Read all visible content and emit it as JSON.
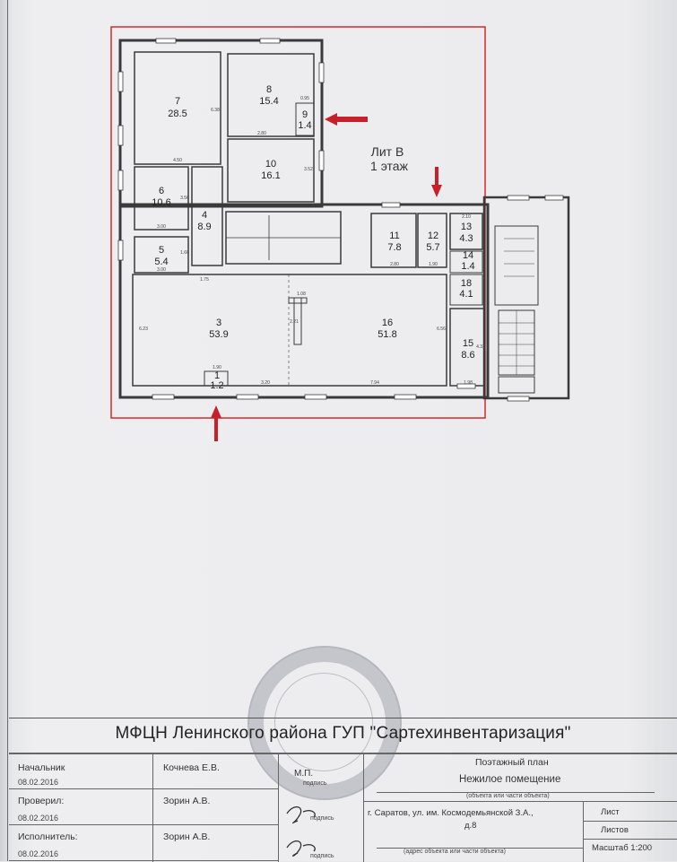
{
  "plan": {
    "lit_label_line1": "Лит В",
    "lit_label_line2": "1 этаж",
    "rooms": [
      {
        "num": "7",
        "area": "28.5"
      },
      {
        "num": "8",
        "area": "15.4"
      },
      {
        "num": "9",
        "area": "1.4"
      },
      {
        "num": "10",
        "area": "16.1"
      },
      {
        "num": "6",
        "area": "10.6"
      },
      {
        "num": "4",
        "area": "8.9"
      },
      {
        "num": "5",
        "area": "5.4"
      },
      {
        "num": "3",
        "area": "53.9"
      },
      {
        "num": "16",
        "area": "51.8"
      },
      {
        "num": "1",
        "area": "1.2"
      },
      {
        "num": "11",
        "area": "7.8"
      },
      {
        "num": "12",
        "area": "5.7"
      },
      {
        "num": "13",
        "area": "4.3"
      },
      {
        "num": "14",
        "area": "1.4"
      },
      {
        "num": "18",
        "area": "4.1"
      },
      {
        "num": "15",
        "area": "8.6"
      }
    ],
    "dimensions": [
      "4.50",
      "2.80",
      "3.00",
      "3.00",
      "1.75",
      "6.23",
      "3.20",
      "7.94",
      "1.98",
      "2.80",
      "1.90",
      "1.08",
      "0.95",
      "1.90",
      "4.33",
      "6.56",
      "3.56",
      "3.52",
      "2.10",
      "6.38",
      "2.21",
      "1.60"
    ],
    "colors": {
      "highlight_border": "#d42a2a",
      "arrow": "#c8202a",
      "wall": "#3a3a3a"
    }
  },
  "title_block": {
    "organization": "МФЦН Ленинского района ГУП \"Сартехинвентаризация\"",
    "rows": [
      {
        "role": "Начальник",
        "name": "Кочнева Е.В.",
        "date": "08.02.2016"
      },
      {
        "role": "Проверил:",
        "name": "Зорин А.В.",
        "date": "08.02.2016"
      },
      {
        "role": "Исполнитель:",
        "name": "Зорин А.В.",
        "date": "08.02.2016"
      }
    ],
    "mp_label": "М.П.",
    "signature_label": "подпись",
    "plan_type": "Поэтажный план",
    "object_name": "Нежилое помещение",
    "object_caption": "(объекта или части объекта)",
    "address_line1": "г. Саратов, ул. им. Космодемьянской З.А.,",
    "address_line2": "д.8",
    "address_caption": "(адрес объекта или части объекта)",
    "sheet_label": "Лист",
    "sheets_label": "Листов",
    "scale_label": "Масштаб 1:200"
  }
}
